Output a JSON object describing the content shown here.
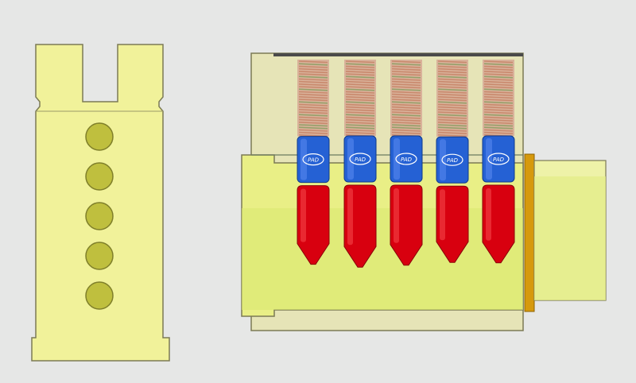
{
  "figure": {
    "background": "#e6e7e6",
    "colors": {
      "housing_fill": "#f1f29a",
      "housing_shade": "#d9df70",
      "housing_stroke": "#7c7a55",
      "shell_fill": "#e6e4b7",
      "plug_fill": "#e9ef86",
      "plug_lower": "#dbe871",
      "spring_color": "#c9896d",
      "spring_accent": "#95a06a",
      "driver_pin": "#2561d4",
      "key_pin": "#d8000f",
      "pin_hole": "#bfbf3e",
      "cam_ring": "#d6990d",
      "shear_line": "#6b7b5f"
    },
    "pin_stacks": [
      {
        "id": 1,
        "driver_logo": "PAD",
        "spring_level": 0.72,
        "key_pin_level": 0.55
      },
      {
        "id": 2,
        "driver_logo": "PAD",
        "spring_level": 0.7,
        "key_pin_level": 0.62
      },
      {
        "id": 3,
        "driver_logo": "PAD",
        "spring_level": 0.7,
        "key_pin_level": 0.58
      },
      {
        "id": 4,
        "driver_logo": "PAD",
        "spring_level": 0.74,
        "key_pin_level": 0.5
      },
      {
        "id": 5,
        "driver_logo": "PAD",
        "spring_level": 0.7,
        "key_pin_level": 0.53
      }
    ],
    "side_view_holes": 5
  }
}
